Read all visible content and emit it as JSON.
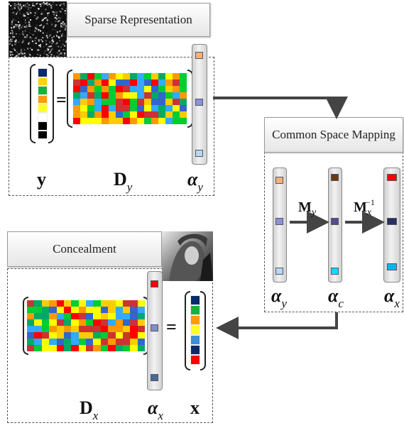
{
  "titles": {
    "sparse": "Sparse Representation",
    "mapping": "Common Space Mapping",
    "conceal": "Concealment"
  },
  "symbols": {
    "y": "y",
    "Dy": "D",
    "Dy_sub": "y",
    "alpha_y": "α",
    "alpha_y_sub": "y",
    "alpha_c": "α",
    "alpha_c_sub": "c",
    "alpha_x": "α",
    "alpha_x_sub": "x",
    "My": "M",
    "My_sub": "y",
    "Mx": "M",
    "Mx_sub": "x",
    "Mx_sup": "−1",
    "Dx": "D",
    "Dx_sub": "x",
    "x": "x",
    "equals": "="
  },
  "colors": {
    "palette": [
      "#ffff00",
      "#ff0000",
      "#00cc33",
      "#33aaff",
      "#ff9900",
      "#00aa66",
      "#cc3333",
      "#ffcc00",
      "#3366cc"
    ],
    "y_vector": [
      "#0b2a6b",
      "#ffd200",
      "#18b23a",
      "#ff9a00",
      "#ffff20",
      "#ffffff",
      "#000000",
      "#000000"
    ],
    "x_vector": [
      "#0b2a6b",
      "#18b23a",
      "#ff9a00",
      "#ffff20",
      "#3a8fd8",
      "#0b2a6b",
      "#ff0000"
    ],
    "alpha_y_cells": [
      "#f6b07a",
      "#8a93d6",
      "#b7d8ef"
    ],
    "alpha_c_cells": [
      "#6b3a10",
      "#5a4a8a",
      "#00e0ff"
    ],
    "alpha_x_cells": [
      "#ff0000",
      "#283060",
      "#00b8e8"
    ],
    "alpha_x_conceal": [
      "#ff0000",
      "#8090c8",
      "#4a6a9a"
    ],
    "arrow": "#444444"
  }
}
